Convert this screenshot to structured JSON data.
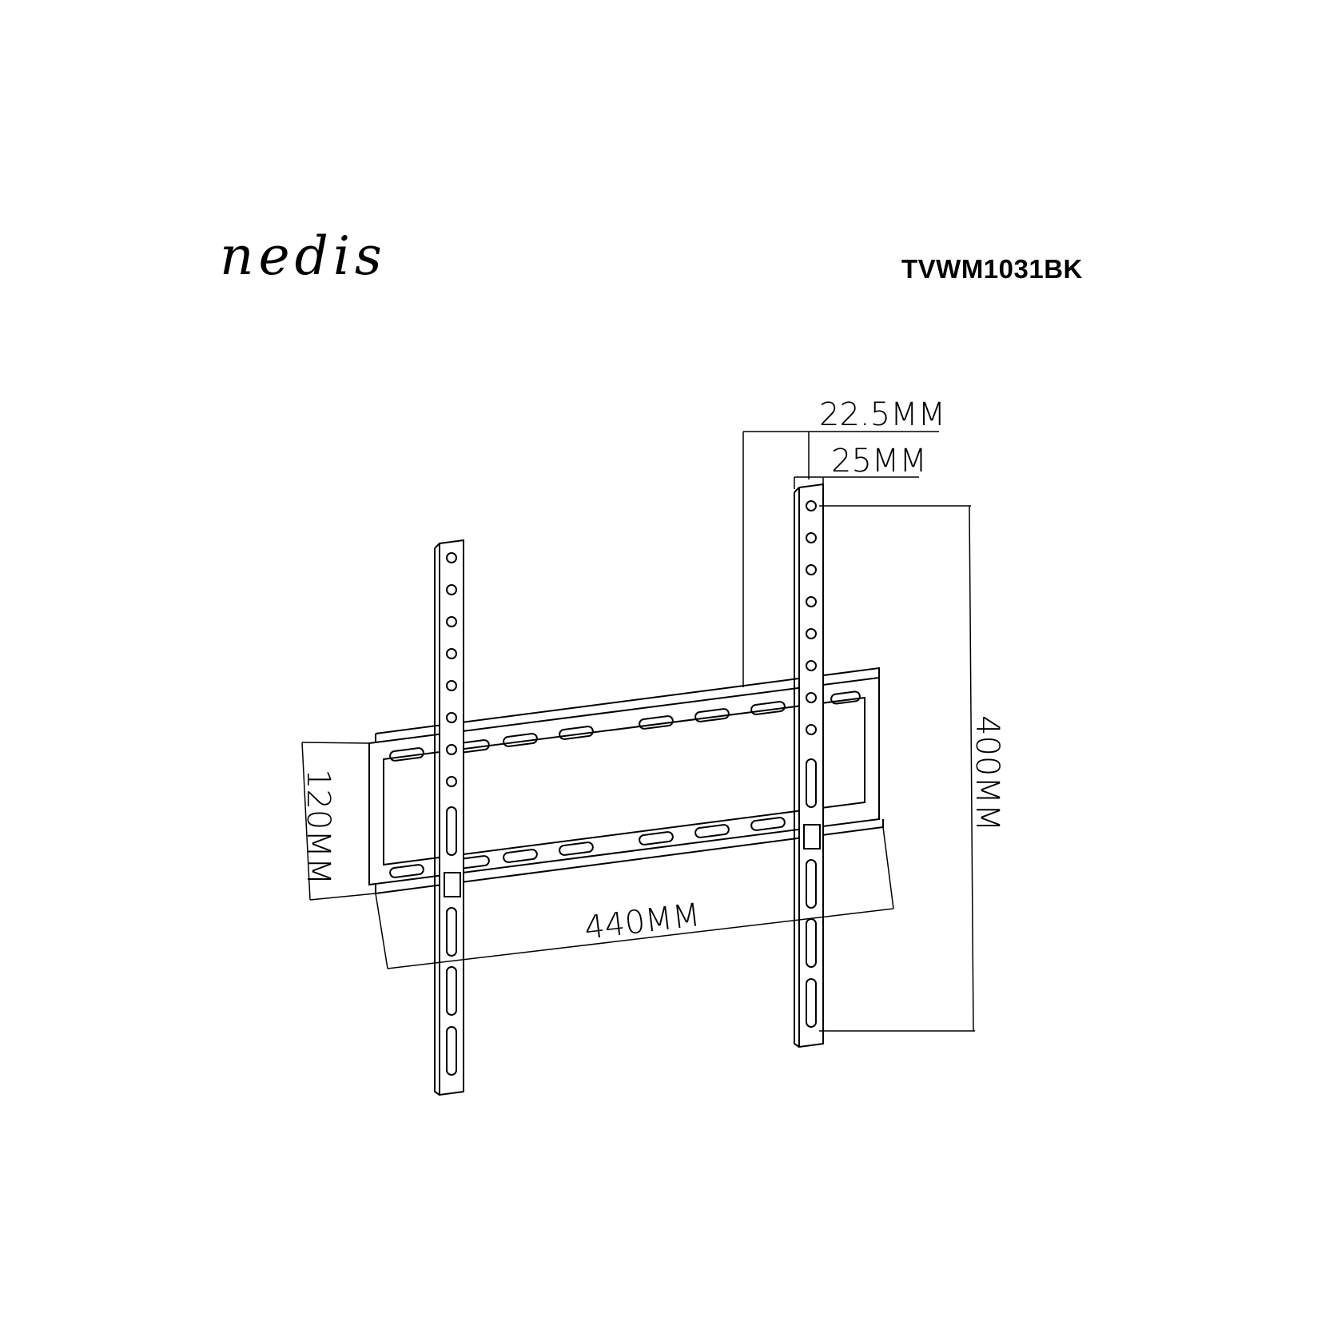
{
  "brand": {
    "logo_text": "nedis"
  },
  "product": {
    "model": "TVWM1031BK"
  },
  "dimensions": {
    "bracket_spacing": "22.5MM",
    "rail_width": "25MM",
    "vertical_span": "400MM",
    "frame_height": "120MM",
    "frame_width": "440MM"
  },
  "colors": {
    "line": "#000000",
    "background": "#ffffff"
  }
}
